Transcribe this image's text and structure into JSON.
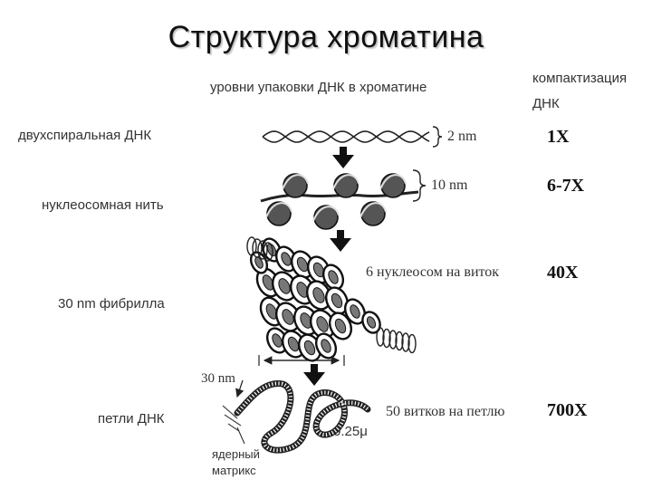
{
  "title": "Структура хроматина",
  "headers": {
    "levels": "уровни упаковки ДНК в хроматине",
    "compaction_line1": "компактизация",
    "compaction_line2": "ДНК"
  },
  "rows": [
    {
      "label": "двухспиральная ДНК",
      "dimension": "2 nm",
      "factor": "1X"
    },
    {
      "label": "нуклеосомная нить",
      "dimension": "10 nm",
      "factor": "6-7X"
    },
    {
      "label": "30 nm фибрилла",
      "dimension": "6 нуклеосом на виток",
      "factor": "40X"
    },
    {
      "label": "петли ДНК",
      "dimension": "50 витков на петлю",
      "factor": "700X"
    }
  ],
  "annotations": {
    "fibril_width": "30 nm",
    "loop_scale": "0.25μ",
    "matrix_line1": "ядерный",
    "matrix_line2": "матрикс"
  }
}
